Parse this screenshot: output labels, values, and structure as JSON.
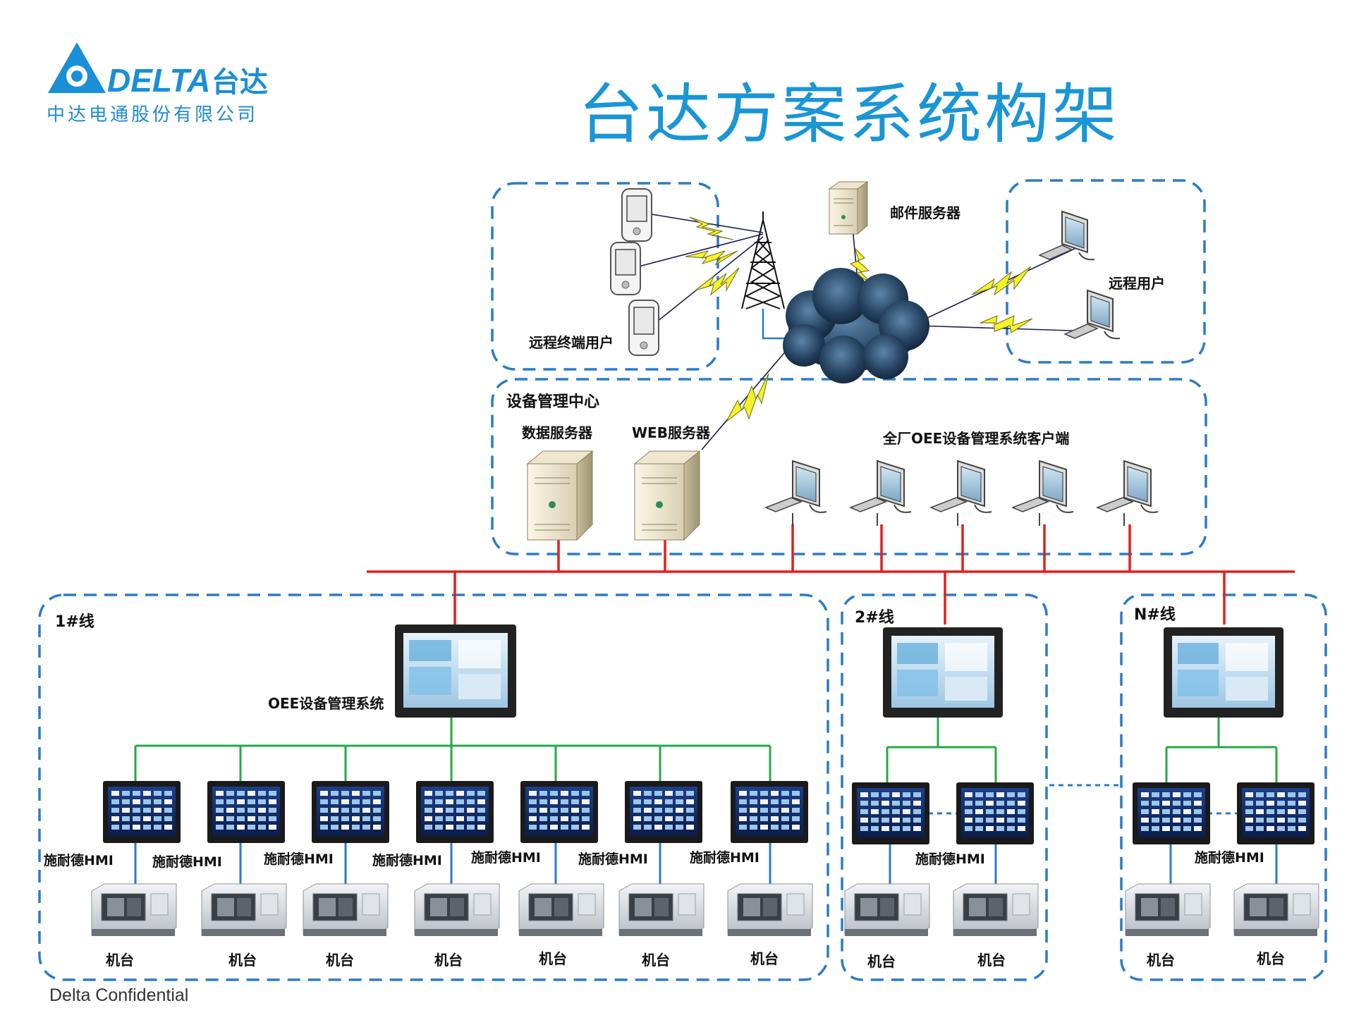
{
  "header": {
    "logo_text": "DELTA",
    "logo_cn": "台达",
    "company": "中达电通股份有限公司",
    "title": "台达方案系统构架"
  },
  "remote_terminal": {
    "label": "远程终端用户"
  },
  "mail_server": {
    "label": "邮件服务器"
  },
  "remote_users": {
    "label": "远程用户"
  },
  "management_center": {
    "title": "设备管理中心",
    "data_server": "数据服务器",
    "web_server": "WEB服务器",
    "clients_label": "全厂OEE设备管理系统客户端"
  },
  "lines": [
    {
      "label": "1#线",
      "system_label": "OEE设备管理系统"
    },
    {
      "label": "2#线"
    },
    {
      "label": "N#线"
    }
  ],
  "hmi_label": "施耐德HMI",
  "machine_label": "机台",
  "footer": "Delta Confidential",
  "colors": {
    "accent": "#1a95d6",
    "dash": "#2b7cc4",
    "ethernet": "#e0201e",
    "fieldbus": "#27a845"
  }
}
